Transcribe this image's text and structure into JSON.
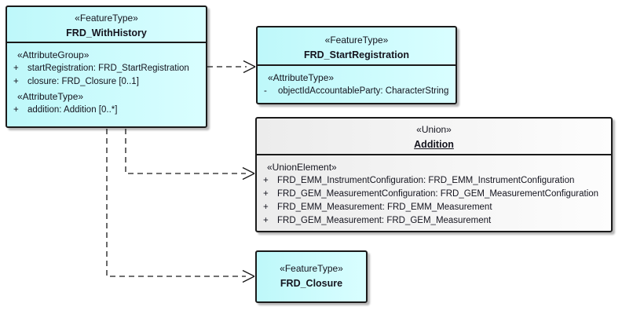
{
  "diagram": {
    "kind": "uml-class-diagram",
    "colors": {
      "feature_fill_left": "#bef8fa",
      "feature_fill_right": "#d9feff",
      "union_fill_left": "#ececec",
      "union_fill_right": "#fdfdfd",
      "border": "#1a1a1a",
      "text": "#14141e",
      "background": "#ffffff"
    }
  },
  "boxes": [
    {
      "id": "FRD_WithHistory",
      "stereotype": "«FeatureType»",
      "name": "FRD_WithHistory",
      "rows": [
        {
          "vis": "",
          "text": "«AttributeGroup»"
        },
        {
          "vis": "+",
          "text": "startRegistration: FRD_StartRegistration"
        },
        {
          "vis": "+",
          "text": "closure: FRD_Closure [0..1]"
        },
        {
          "vis": "",
          "text": "«AttributeType»"
        },
        {
          "vis": "+",
          "text": "addition: Addition [0..*]"
        }
      ]
    },
    {
      "id": "FRD_StartRegistration",
      "stereotype": "«FeatureType»",
      "name": "FRD_StartRegistration",
      "rows": [
        {
          "vis": "",
          "text": "«AttributeType»"
        },
        {
          "vis": "-",
          "text": "objectIdAccountableParty: CharacterString"
        }
      ]
    },
    {
      "id": "Addition",
      "stereotype": "«Union»",
      "name": "Addition",
      "rows": [
        {
          "vis": "",
          "text": "«UnionElement»"
        },
        {
          "vis": "+",
          "text": "FRD_EMM_InstrumentConfiguration: FRD_EMM_InstrumentConfiguration"
        },
        {
          "vis": "+",
          "text": "FRD_GEM_MeasurementConfiguration: FRD_GEM_MeasurementConfiguration"
        },
        {
          "vis": "+",
          "text": "FRD_EMM_Measurement: FRD_EMM_Measurement"
        },
        {
          "vis": "+",
          "text": "FRD_GEM_Measurement: FRD_GEM_Measurement"
        }
      ]
    },
    {
      "id": "FRD_Closure",
      "stereotype": "«FeatureType»",
      "name": "FRD_Closure",
      "rows": []
    }
  ]
}
